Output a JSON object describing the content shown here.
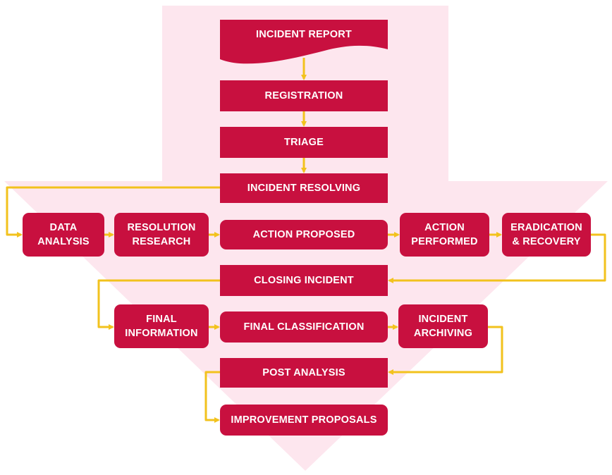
{
  "title": "Incident handling flow",
  "colors": {
    "box_fill": "#c8103f",
    "box_text": "#ffffff",
    "connector": "#f2c21d",
    "background_arrow": "#fde6ee"
  },
  "steps": {
    "incident_report": "INCIDENT REPORT",
    "registration": "REGISTRATION",
    "triage": "TRIAGE",
    "incident_resolving": "INCIDENT RESOLVING",
    "data_analysis": "DATA\nANALYSIS",
    "resolution_research": "RESOLUTION\nRESEARCH",
    "action_proposed": "ACTION PROPOSED",
    "action_performed": "ACTION\nPERFORMED",
    "eradication_recovery": "ERADICATION\n& RECOVERY",
    "closing_incident": "CLOSING INCIDENT",
    "final_information": "FINAL\nINFORMATION",
    "final_classification": "FINAL CLASSIFICATION",
    "incident_archiving": "INCIDENT\nARCHIVING",
    "post_analysis": "POST ANALYSIS",
    "improvement_proposals": "IMPROVEMENT PROPOSALS"
  }
}
